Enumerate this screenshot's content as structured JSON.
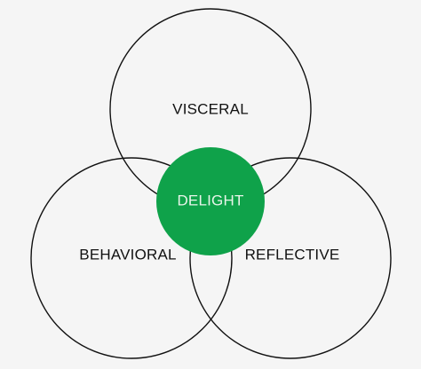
{
  "diagram": {
    "circles": {
      "top": {
        "label": "VISCERAL"
      },
      "left": {
        "label": "BEHAVIORAL"
      },
      "right": {
        "label": "REFLECTIVE"
      },
      "center": {
        "label": "DELIGHT",
        "fill": "#0fa24a"
      }
    },
    "colors": {
      "background": "#f5f5f5",
      "stroke": "#111111",
      "accent": "#0fa24a"
    }
  }
}
